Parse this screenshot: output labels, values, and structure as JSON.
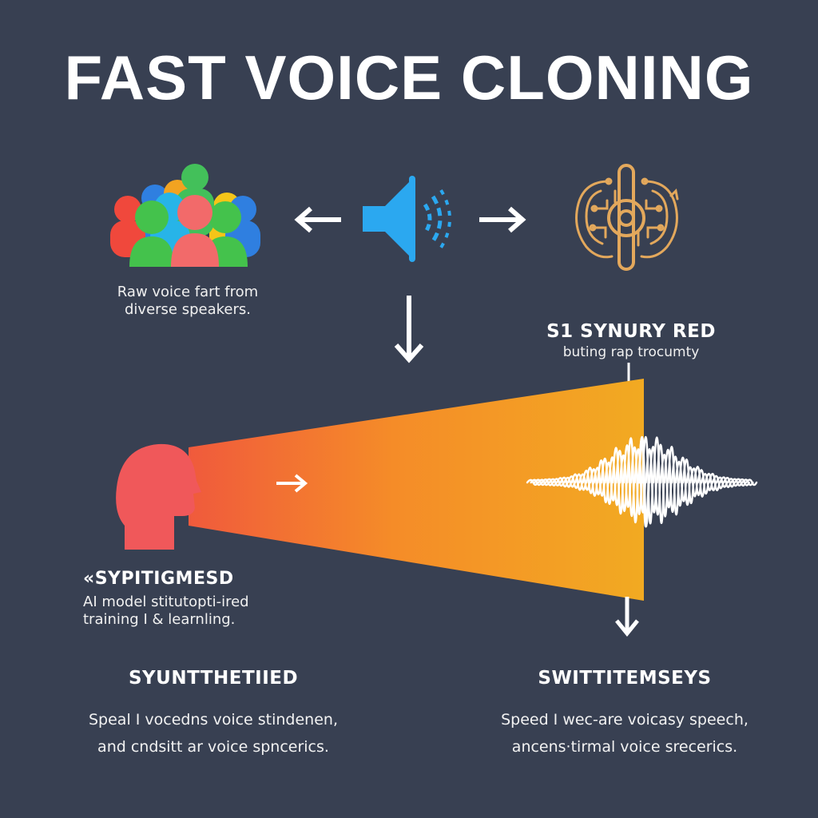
{
  "title": "FAST VOICE CLONING",
  "speakers": {
    "caption_line1": "Raw voice fart from",
    "caption_line2": "diverse speakers."
  },
  "synthesis_label": {
    "title": "S1 SYNURY RED",
    "subtitle": "buting rap trocumty"
  },
  "model_label": {
    "title": "«SYPITIGMESD",
    "line1": "AI model stitutopti-ired",
    "line2": "training I & learnling."
  },
  "bottom_left": {
    "heading": "SYUNTTHETIIED",
    "line1": "Speal I vocedns voice stindenen,",
    "line2": "and cndsitt ar voice spncerics."
  },
  "bottom_right": {
    "heading": "SWITTITEMSEYS",
    "line1": "Speed I wec-are voicasy speech,",
    "line2": "ancens·tirmal voice srecerics."
  },
  "colors": {
    "background": "#384052",
    "speaker_icon": "#2bb5f0",
    "circuit_icon": "#e3a85c",
    "head": "#f0585a",
    "beam_start": "#f05a3c",
    "beam_end": "#f2aa22",
    "arrow": "#ffffff"
  },
  "icons": [
    "people-group-icon",
    "speaker-icon",
    "circuit-brain-icon",
    "head-icon",
    "waveform-icon",
    "arrow-icon"
  ]
}
